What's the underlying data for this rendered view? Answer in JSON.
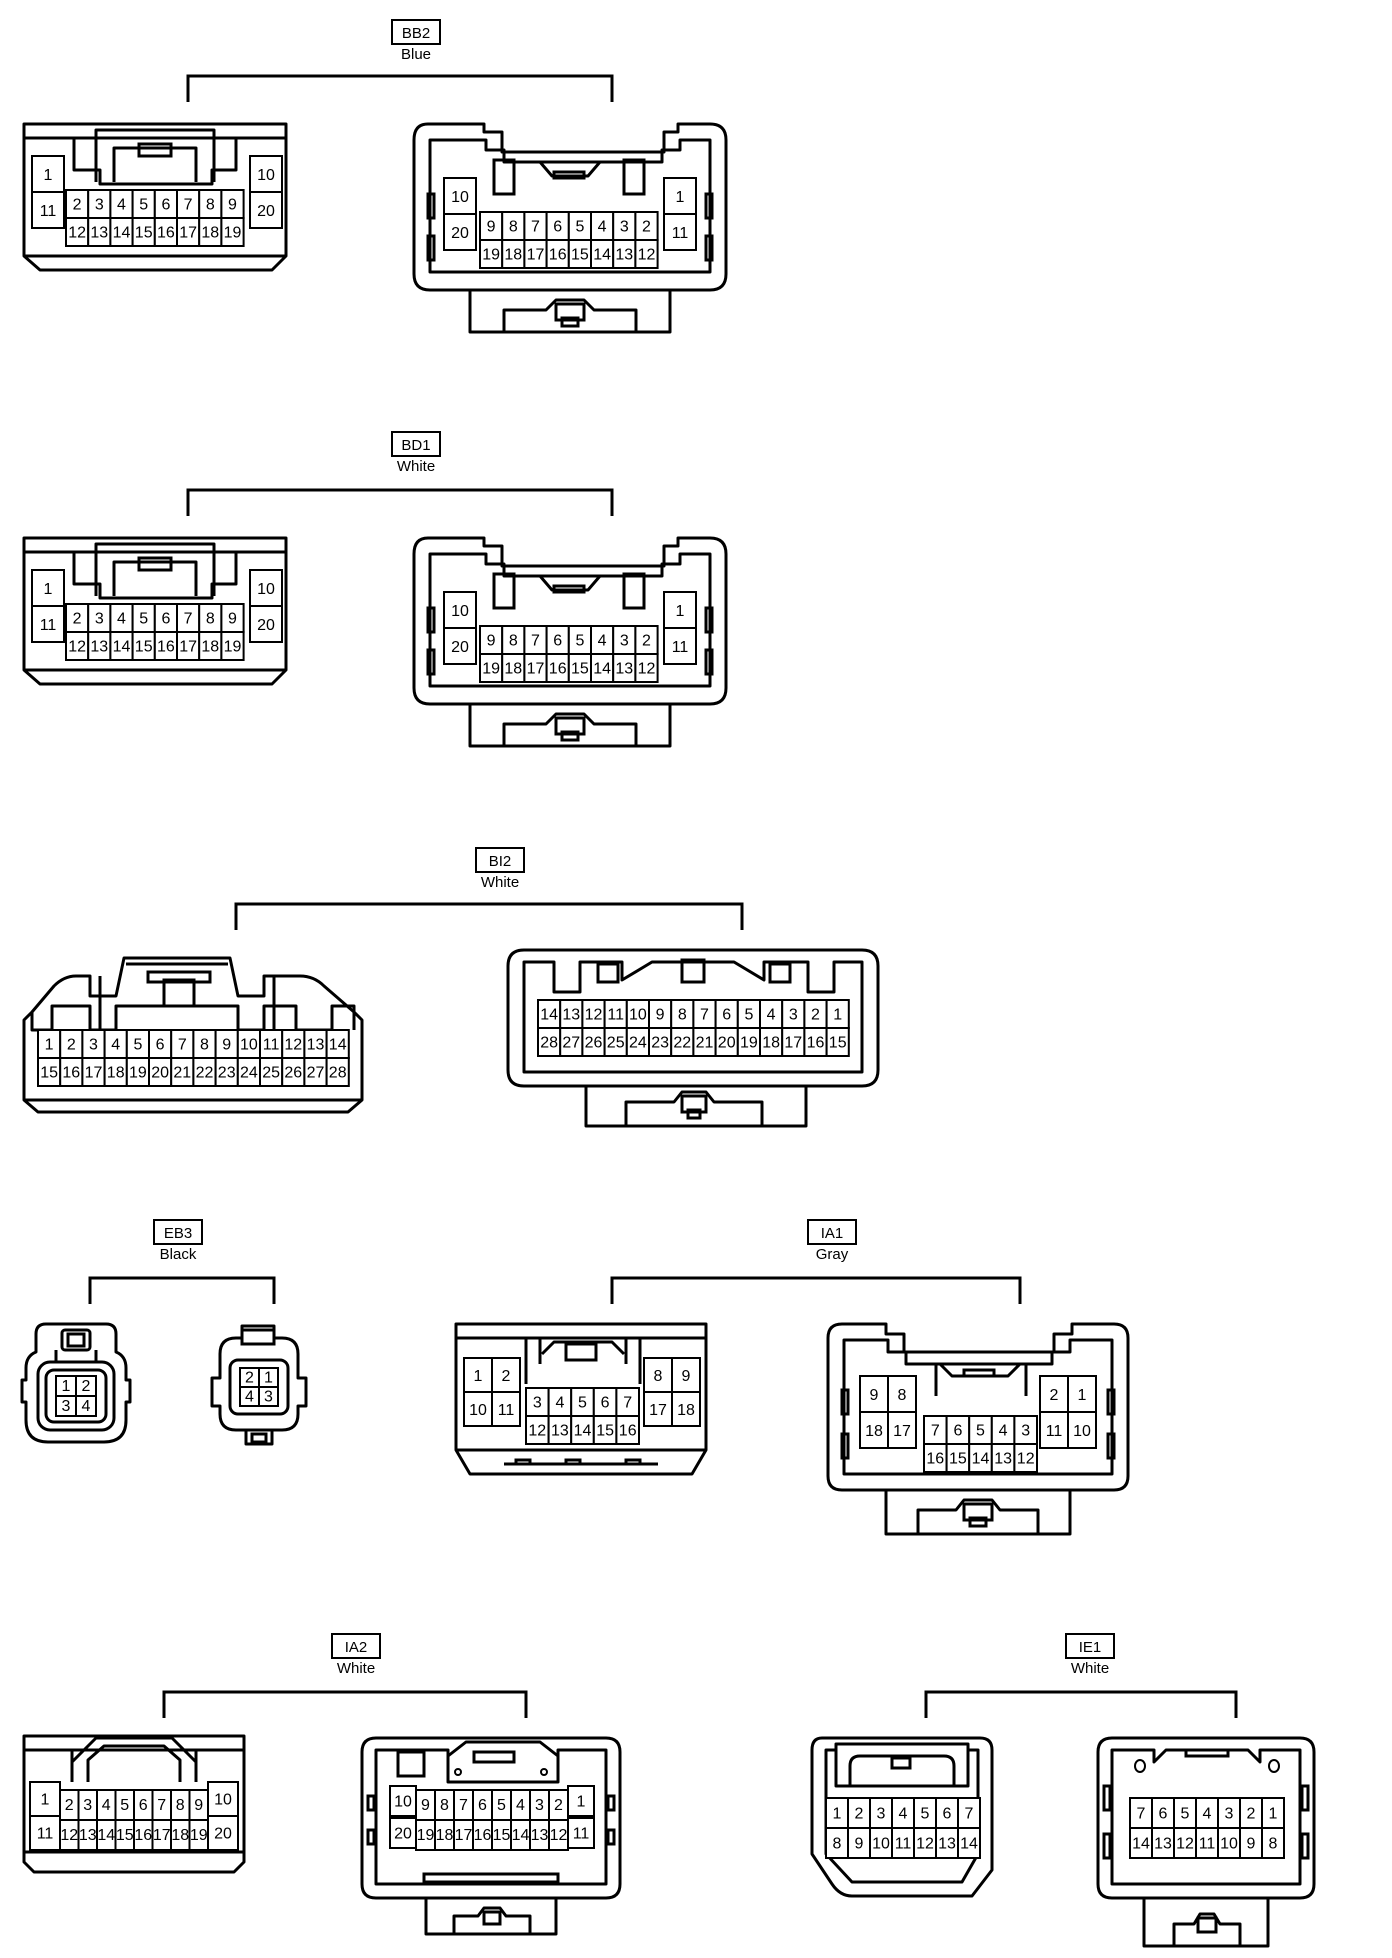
{
  "connectors": [
    {
      "id": "BB2",
      "color": "Blue",
      "views": [
        {
          "type": "male20",
          "rows": [
            [
              "1",
              "2",
              "3",
              "4",
              "5",
              "6",
              "7",
              "8",
              "9",
              "10"
            ],
            [
              "11",
              "12",
              "13",
              "14",
              "15",
              "16",
              "17",
              "18",
              "19",
              "20"
            ]
          ]
        },
        {
          "type": "female20",
          "rows": [
            [
              "10",
              "9",
              "8",
              "7",
              "6",
              "5",
              "4",
              "3",
              "2",
              "1"
            ],
            [
              "20",
              "19",
              "18",
              "17",
              "16",
              "15",
              "14",
              "13",
              "12",
              "11"
            ]
          ]
        }
      ]
    },
    {
      "id": "BD1",
      "color": "White",
      "views": [
        {
          "type": "male20",
          "rows": [
            [
              "1",
              "2",
              "3",
              "4",
              "5",
              "6",
              "7",
              "8",
              "9",
              "10"
            ],
            [
              "11",
              "12",
              "13",
              "14",
              "15",
              "16",
              "17",
              "18",
              "19",
              "20"
            ]
          ]
        },
        {
          "type": "female20",
          "rows": [
            [
              "10",
              "9",
              "8",
              "7",
              "6",
              "5",
              "4",
              "3",
              "2",
              "1"
            ],
            [
              "20",
              "19",
              "18",
              "17",
              "16",
              "15",
              "14",
              "13",
              "12",
              "11"
            ]
          ]
        }
      ]
    },
    {
      "id": "BI2",
      "color": "White",
      "views": [
        {
          "type": "male28",
          "rows": [
            [
              "1",
              "2",
              "3",
              "4",
              "5",
              "6",
              "7",
              "8",
              "9",
              "10",
              "11",
              "12",
              "13",
              "14"
            ],
            [
              "15",
              "16",
              "17",
              "18",
              "19",
              "20",
              "21",
              "22",
              "23",
              "24",
              "25",
              "26",
              "27",
              "28"
            ]
          ]
        },
        {
          "type": "female28",
          "rows": [
            [
              "14",
              "13",
              "12",
              "11",
              "10",
              "9",
              "8",
              "7",
              "6",
              "5",
              "4",
              "3",
              "2",
              "1"
            ],
            [
              "28",
              "27",
              "26",
              "25",
              "24",
              "23",
              "22",
              "21",
              "20",
              "19",
              "18",
              "17",
              "16",
              "15"
            ]
          ]
        }
      ]
    },
    {
      "id": "EB3",
      "color": "Black",
      "views": [
        {
          "type": "round4a",
          "rows": [
            [
              "1",
              "2"
            ],
            [
              "3",
              "4"
            ]
          ]
        },
        {
          "type": "round4b",
          "rows": [
            [
              "2",
              "1"
            ],
            [
              "4",
              "3"
            ]
          ]
        }
      ]
    },
    {
      "id": "IA1",
      "color": "Gray",
      "views": [
        {
          "type": "male18",
          "rows": [
            [
              "1",
              "2",
              "3",
              "4",
              "5",
              "6",
              "7",
              "8",
              "9"
            ],
            [
              "10",
              "11",
              "12",
              "13",
              "14",
              "15",
              "16",
              "17",
              "18"
            ]
          ]
        },
        {
          "type": "female18",
          "rows": [
            [
              "9",
              "8",
              "7",
              "6",
              "5",
              "4",
              "3",
              "2",
              "1"
            ],
            [
              "18",
              "17",
              "16",
              "15",
              "14",
              "13",
              "12",
              "11",
              "10"
            ]
          ]
        }
      ]
    },
    {
      "id": "IA2",
      "color": "White",
      "views": [
        {
          "type": "male20b",
          "rows": [
            [
              "1",
              "2",
              "3",
              "4",
              "5",
              "6",
              "7",
              "8",
              "9",
              "10"
            ],
            [
              "11",
              "12",
              "13",
              "14",
              "15",
              "16",
              "17",
              "18",
              "19",
              "20"
            ]
          ]
        },
        {
          "type": "female20b",
          "rows": [
            [
              "10",
              "9",
              "8",
              "7",
              "6",
              "5",
              "4",
              "3",
              "2",
              "1"
            ],
            [
              "20",
              "19",
              "18",
              "17",
              "16",
              "15",
              "14",
              "13",
              "12",
              "11"
            ]
          ]
        }
      ]
    },
    {
      "id": "IE1",
      "color": "White",
      "views": [
        {
          "type": "male14",
          "rows": [
            [
              "1",
              "2",
              "3",
              "4",
              "5",
              "6",
              "7"
            ],
            [
              "8",
              "9",
              "10",
              "11",
              "12",
              "13",
              "14"
            ]
          ]
        },
        {
          "type": "female14",
          "rows": [
            [
              "7",
              "6",
              "5",
              "4",
              "3",
              "2",
              "1"
            ],
            [
              "14",
              "13",
              "12",
              "11",
              "10",
              "9",
              "8"
            ]
          ]
        }
      ]
    }
  ]
}
